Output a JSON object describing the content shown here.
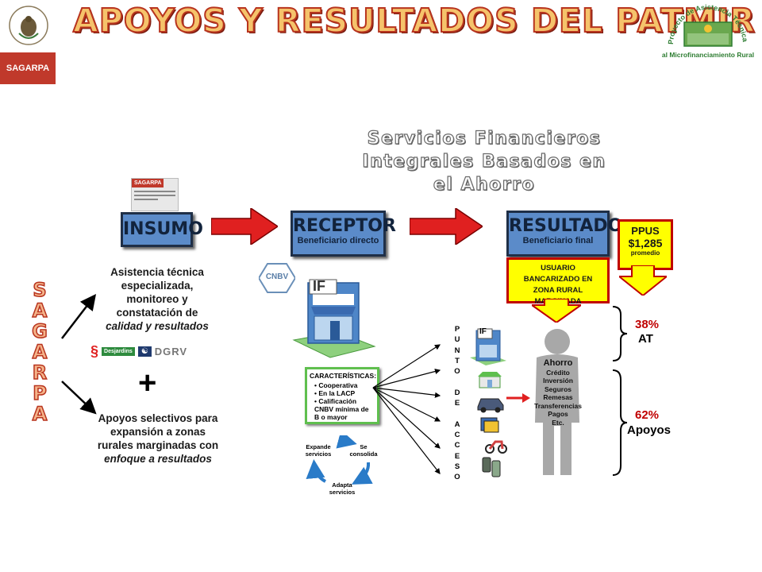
{
  "title": "APOYOS Y RESULTADOS DEL PATMIR II",
  "logos": {
    "left_label": "SAGARPA",
    "right_arc_text": "Proyecto de Asistencia Técnica",
    "right_bottom_text": "al Microfinanciamiento Rural",
    "small_sagarpa": "SAGARPA",
    "cnbv": "CNBV",
    "partners": [
      "Desjardins",
      "DGRV"
    ]
  },
  "subtitle_lines": [
    "Servicios Financieros",
    "Integrales Basados en",
    "el Ahorro"
  ],
  "steps": {
    "insumo": "INSUMO",
    "receptor": {
      "title": "RECEPTOR",
      "sub": "Beneficiario directo"
    },
    "resultado": {
      "title": "RESULTADO",
      "sub": "Beneficiario final"
    }
  },
  "vertical_sagarpa": [
    "S",
    "A",
    "G",
    "A",
    "R",
    "P",
    "A"
  ],
  "asistencia": {
    "lines": [
      "Asistencia técnica",
      "especializada,",
      "monitoreo y",
      "constatación de"
    ],
    "italic": "calidad y resultados"
  },
  "plus": "+",
  "apoyos": {
    "lines": [
      "Apoyos selectivos para",
      "expansión a zonas",
      "rurales marginadas con"
    ],
    "italic": "enfoque a resultados"
  },
  "if_label": "IF",
  "caracteristicas": {
    "title": "CARACTERÍSTICAS:",
    "items": [
      "Cooperativa",
      "En la LACP",
      "Calificación CNBV mínima de B o mayor"
    ]
  },
  "cycle": [
    "Expande servicios",
    "Se consolida",
    "Adapta servicios"
  ],
  "punto_letters": [
    "P",
    "U",
    "N",
    "T",
    "O",
    " ",
    "D",
    "E",
    " ",
    "A",
    "C",
    "C",
    "E",
    "S",
    "O"
  ],
  "usuario": "USUARIO BANCARIZADO EN ZONA RURAL MARGINADA",
  "ppus": {
    "title": "PPUS",
    "value": "$1,285",
    "sub": "promedio"
  },
  "services": [
    "Ahorro",
    "Crédito",
    "Inversión",
    "Seguros",
    "Remesas",
    "Transferencias",
    "Pagos",
    "Etc."
  ],
  "shares": [
    {
      "pct": "38%",
      "label": "AT"
    },
    {
      "pct": "62%",
      "label": "Apoyos"
    }
  ],
  "colors": {
    "step_blue": "#5b8bc9",
    "arrow_red": "#e02020",
    "yellow": "#ffff00",
    "green": "#5fbf4e",
    "sagarpa_red": "#c0392b"
  }
}
